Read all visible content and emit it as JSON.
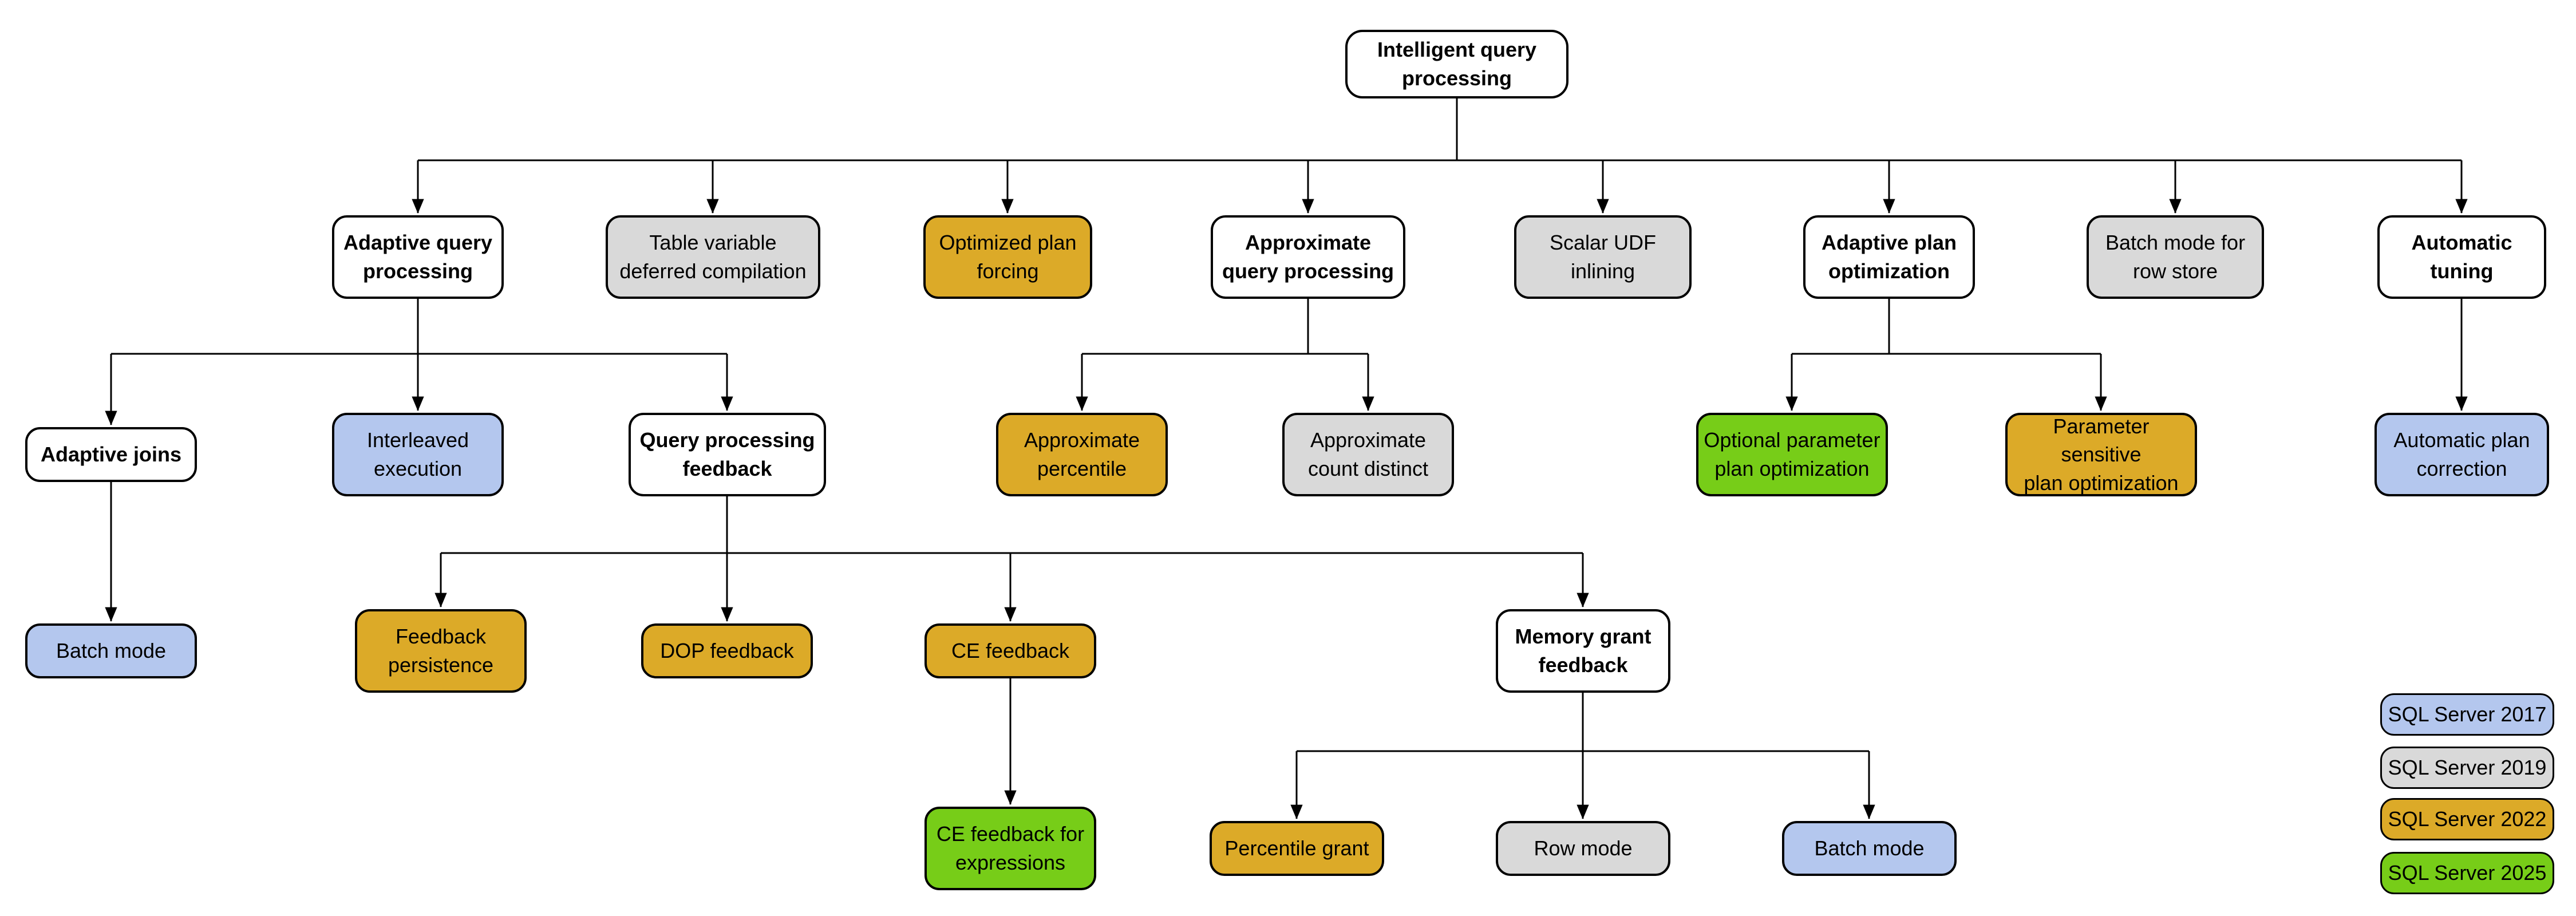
{
  "colors": {
    "white": "#ffffff",
    "blue": "#b4c7ee",
    "gray": "#d9d9d9",
    "orange": "#dcaa28",
    "green": "#77cd18",
    "line": "#000000"
  },
  "legend": {
    "items": [
      {
        "label": "SQL Server 2017",
        "color": "blue"
      },
      {
        "label": "SQL Server 2019",
        "color": "gray"
      },
      {
        "label": "SQL Server 2022",
        "color": "orange"
      },
      {
        "label": "SQL Server 2025",
        "color": "green"
      }
    ]
  },
  "nodes": [
    {
      "id": "intelligent-query-processing",
      "label": "Intelligent query\nprocessing",
      "color": "white",
      "bold": true
    },
    {
      "id": "adaptive-query-processing",
      "label": "Adaptive query\nprocessing",
      "color": "white",
      "bold": true
    },
    {
      "id": "table-variable-deferred-compilation",
      "label": "Table variable\ndeferred compilation",
      "color": "gray",
      "bold": false
    },
    {
      "id": "optimized-plan-forcing",
      "label": "Optimized plan\nforcing",
      "color": "orange",
      "bold": false
    },
    {
      "id": "approximate-query-processing",
      "label": "Approximate\nquery processing",
      "color": "white",
      "bold": true
    },
    {
      "id": "scalar-udf-inlining",
      "label": "Scalar UDF\ninlining",
      "color": "gray",
      "bold": false
    },
    {
      "id": "adaptive-plan-optimization",
      "label": "Adaptive plan\noptimization",
      "color": "white",
      "bold": true
    },
    {
      "id": "batch-mode-for-row-store",
      "label": "Batch mode for\nrow store",
      "color": "gray",
      "bold": false
    },
    {
      "id": "automatic-tuning",
      "label": "Automatic\ntuning",
      "color": "white",
      "bold": true
    },
    {
      "id": "adaptive-joins",
      "label": "Adaptive joins",
      "color": "white",
      "bold": true
    },
    {
      "id": "interleaved-execution",
      "label": "Interleaved\nexecution",
      "color": "blue",
      "bold": false
    },
    {
      "id": "query-processing-feedback",
      "label": "Query processing\nfeedback",
      "color": "white",
      "bold": true
    },
    {
      "id": "approximate-percentile",
      "label": "Approximate\npercentile",
      "color": "orange",
      "bold": false
    },
    {
      "id": "approximate-count-distinct",
      "label": "Approximate\ncount distinct",
      "color": "gray",
      "bold": false
    },
    {
      "id": "optional-parameter-plan-optimization",
      "label": "Optional parameter\nplan optimization",
      "color": "green",
      "bold": false
    },
    {
      "id": "parameter-sensitive-plan-optimization",
      "label": "Parameter sensitive\nplan optimization",
      "color": "orange",
      "bold": false
    },
    {
      "id": "automatic-plan-correction",
      "label": "Automatic plan\ncorrection",
      "color": "blue",
      "bold": false
    },
    {
      "id": "batch-mode-adaptive-joins",
      "label": "Batch mode",
      "color": "blue",
      "bold": false
    },
    {
      "id": "feedback-persistence",
      "label": "Feedback\npersistence",
      "color": "orange",
      "bold": false
    },
    {
      "id": "dop-feedback",
      "label": "DOP feedback",
      "color": "orange",
      "bold": false
    },
    {
      "id": "ce-feedback",
      "label": "CE feedback",
      "color": "orange",
      "bold": false
    },
    {
      "id": "memory-grant-feedback",
      "label": "Memory grant\nfeedback",
      "color": "white",
      "bold": true
    },
    {
      "id": "ce-feedback-for-expressions",
      "label": "CE feedback for\nexpressions",
      "color": "green",
      "bold": false
    },
    {
      "id": "percentile-grant",
      "label": "Percentile grant",
      "color": "orange",
      "bold": false
    },
    {
      "id": "row-mode",
      "label": "Row mode",
      "color": "gray",
      "bold": false
    },
    {
      "id": "batch-mode-memory-grant",
      "label": "Batch mode",
      "color": "blue",
      "bold": false
    }
  ],
  "edges": [
    {
      "from": "intelligent-query-processing",
      "to": "adaptive-query-processing"
    },
    {
      "from": "intelligent-query-processing",
      "to": "table-variable-deferred-compilation"
    },
    {
      "from": "intelligent-query-processing",
      "to": "optimized-plan-forcing"
    },
    {
      "from": "intelligent-query-processing",
      "to": "approximate-query-processing"
    },
    {
      "from": "intelligent-query-processing",
      "to": "scalar-udf-inlining"
    },
    {
      "from": "intelligent-query-processing",
      "to": "adaptive-plan-optimization"
    },
    {
      "from": "intelligent-query-processing",
      "to": "batch-mode-for-row-store"
    },
    {
      "from": "intelligent-query-processing",
      "to": "automatic-tuning"
    },
    {
      "from": "adaptive-query-processing",
      "to": "adaptive-joins"
    },
    {
      "from": "adaptive-query-processing",
      "to": "interleaved-execution"
    },
    {
      "from": "adaptive-query-processing",
      "to": "query-processing-feedback"
    },
    {
      "from": "approximate-query-processing",
      "to": "approximate-percentile"
    },
    {
      "from": "approximate-query-processing",
      "to": "approximate-count-distinct"
    },
    {
      "from": "adaptive-plan-optimization",
      "to": "optional-parameter-plan-optimization"
    },
    {
      "from": "adaptive-plan-optimization",
      "to": "parameter-sensitive-plan-optimization"
    },
    {
      "from": "automatic-tuning",
      "to": "automatic-plan-correction"
    },
    {
      "from": "adaptive-joins",
      "to": "batch-mode-adaptive-joins"
    },
    {
      "from": "query-processing-feedback",
      "to": "feedback-persistence"
    },
    {
      "from": "query-processing-feedback",
      "to": "dop-feedback"
    },
    {
      "from": "query-processing-feedback",
      "to": "ce-feedback"
    },
    {
      "from": "query-processing-feedback",
      "to": "memory-grant-feedback"
    },
    {
      "from": "ce-feedback",
      "to": "ce-feedback-for-expressions"
    },
    {
      "from": "memory-grant-feedback",
      "to": "percentile-grant"
    },
    {
      "from": "memory-grant-feedback",
      "to": "row-mode"
    },
    {
      "from": "memory-grant-feedback",
      "to": "batch-mode-memory-grant"
    }
  ]
}
